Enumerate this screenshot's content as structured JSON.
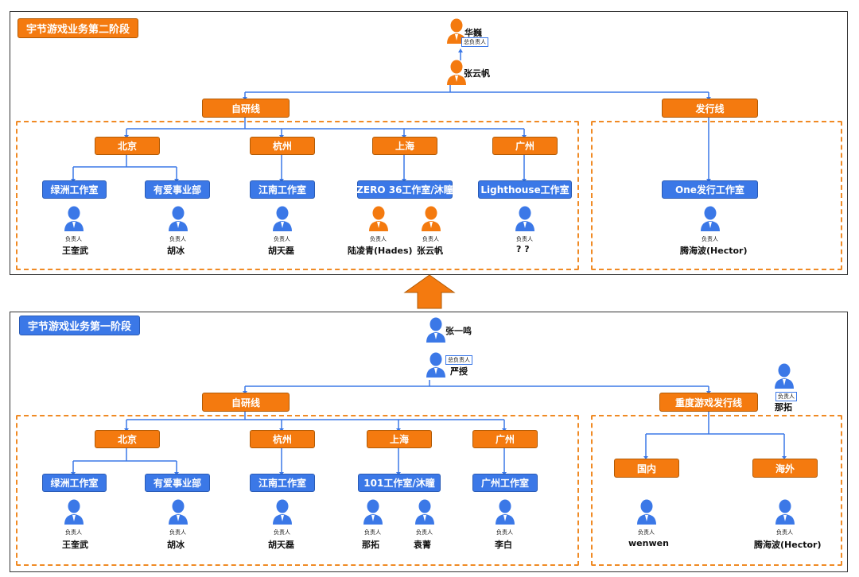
{
  "stage2": {
    "title": "宇节游戏业务第二阶段",
    "top_person": "华巍",
    "top_tag": "总负责人",
    "second_person": "张云帆",
    "line1": "自研线",
    "line2": "发行线",
    "cities": [
      "北京",
      "杭州",
      "上海",
      "广州"
    ],
    "studios": [
      "绿洲工作室",
      "有爱事业部",
      "江南工作室",
      "ZERO 36工作室/沐瞳",
      "Lighthouse工作室"
    ],
    "publish_studio": "One发行工作室",
    "leaders": [
      "王奎武",
      "胡冰",
      "胡天磊",
      "陆凌青(Hades)",
      "张云帆",
      "? ?",
      "腾海波(Hector)"
    ],
    "leader_tag": "负责人"
  },
  "stage1": {
    "title": "宇节游戏业务第一阶段",
    "top_person": "张一鸣",
    "second_person": "严授",
    "second_tag": "总负责人",
    "side_person": "那拓",
    "side_tag": "负责人",
    "line1": "自研线",
    "line2": "重度游戏发行线",
    "cities": [
      "北京",
      "杭州",
      "上海",
      "广州"
    ],
    "studios": [
      "绿洲工作室",
      "有爱事业部",
      "江南工作室",
      "101工作室/沐瞳",
      "广州工作室"
    ],
    "regions": [
      "国内",
      "海外"
    ],
    "leaders": [
      "王奎武",
      "胡冰",
      "胡天磊",
      "那拓",
      "袁菁",
      "李白",
      "wenwen",
      "腾海波(Hector)"
    ],
    "leader_tag": "负责人"
  },
  "colors": {
    "orange": "#f47a0f",
    "blue": "#3b78e7",
    "dash": "#f08a24"
  },
  "icons": [
    "person-icon",
    "up-arrow-icon"
  ]
}
